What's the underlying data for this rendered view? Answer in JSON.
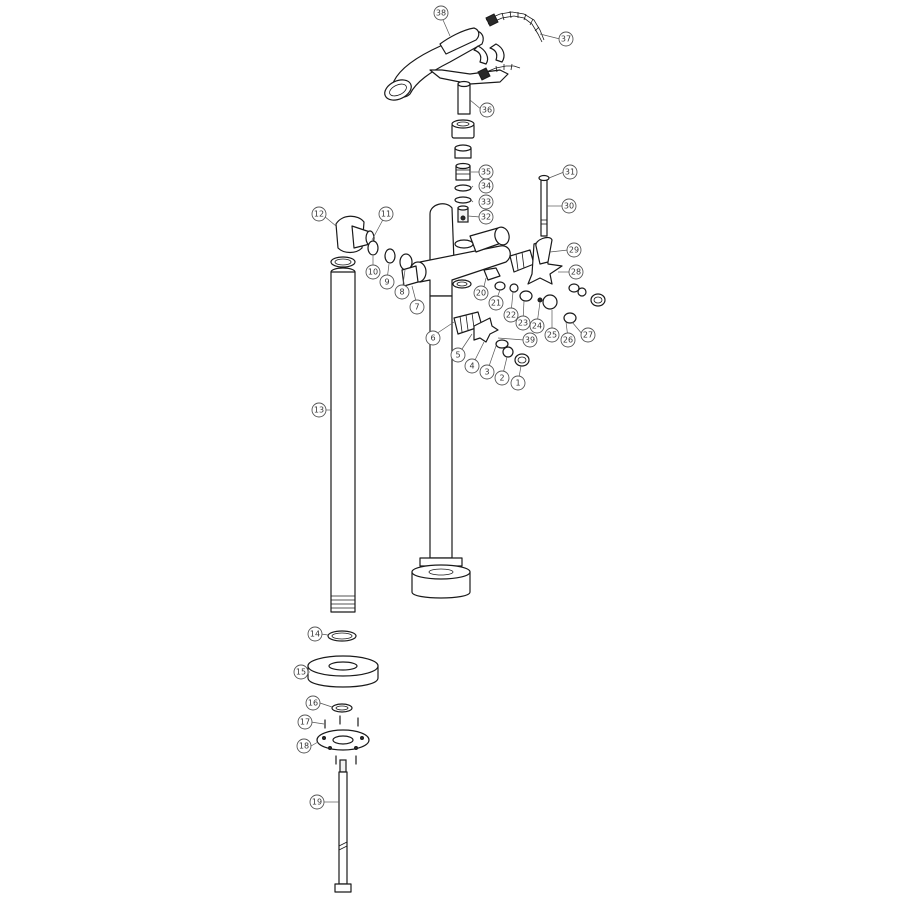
{
  "colors": {
    "line": "#1a1a1a",
    "leader": "#555555",
    "background": "#ffffff"
  },
  "callouts": [
    {
      "label": "1"
    },
    {
      "label": "2"
    },
    {
      "label": "3"
    },
    {
      "label": "4"
    },
    {
      "label": "5"
    },
    {
      "label": "6"
    },
    {
      "label": "7"
    },
    {
      "label": "8"
    },
    {
      "label": "9"
    },
    {
      "label": "10"
    },
    {
      "label": "11"
    },
    {
      "label": "12"
    },
    {
      "label": "13"
    },
    {
      "label": "14"
    },
    {
      "label": "15"
    },
    {
      "label": "16"
    },
    {
      "label": "17"
    },
    {
      "label": "18"
    },
    {
      "label": "19"
    },
    {
      "label": "20"
    },
    {
      "label": "21"
    },
    {
      "label": "22"
    },
    {
      "label": "23"
    },
    {
      "label": "24"
    },
    {
      "label": "25"
    },
    {
      "label": "26"
    },
    {
      "label": "27"
    },
    {
      "label": "28"
    },
    {
      "label": "29"
    },
    {
      "label": "30"
    },
    {
      "label": "31"
    },
    {
      "label": "32"
    },
    {
      "label": "33"
    },
    {
      "label": "34"
    },
    {
      "label": "35"
    },
    {
      "label": "36"
    },
    {
      "label": "37"
    },
    {
      "label": "38"
    },
    {
      "label": "39"
    }
  ]
}
